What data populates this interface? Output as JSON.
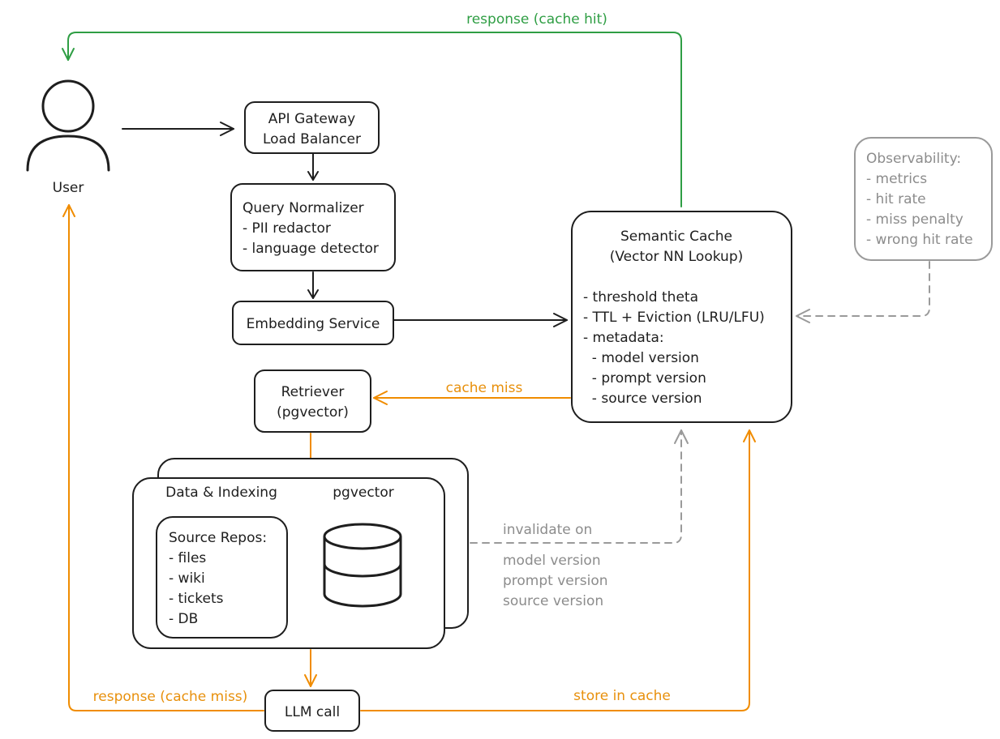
{
  "user": {
    "label": "User"
  },
  "gateway": {
    "line1": "API Gateway",
    "line2": "Load Balancer"
  },
  "normalizer": {
    "title": "Query Normalizer",
    "items": [
      "- PII redactor",
      "- language detector"
    ]
  },
  "embedding": {
    "label": "Embedding Service"
  },
  "retriever": {
    "line1": "Retriever",
    "line2": "(pgvector)"
  },
  "cache": {
    "title1": "Semantic Cache",
    "title2": "(Vector NN Lookup)",
    "items": [
      "- threshold theta",
      "- TTL + Eviction (LRU/LFU)",
      "- metadata:",
      "  - model version",
      "  - prompt version",
      "  - source version"
    ]
  },
  "observability": {
    "title": "Observability:",
    "items": [
      "- metrics",
      "- hit rate",
      "- miss penalty",
      "- wrong hit rate"
    ]
  },
  "data_indexing": {
    "label": "Data & Indexing",
    "db_label": "pgvector"
  },
  "source_repos": {
    "title": "Source Repos:",
    "items": [
      "- files",
      "- wiki",
      "- tickets",
      "- DB"
    ]
  },
  "llm": {
    "label": "LLM call"
  },
  "edges": {
    "cache_hit": "response (cache hit)",
    "cache_miss": "cache miss",
    "response_miss": "response (cache miss)",
    "store": "store in cache",
    "invalidate": [
      "invalidate on",
      "model version",
      "prompt version",
      "source version"
    ]
  },
  "colors": {
    "stroke": "#1e1e1e",
    "orange": "#f08c00",
    "green": "#2f9e44",
    "gray": "#9a9a9a"
  }
}
